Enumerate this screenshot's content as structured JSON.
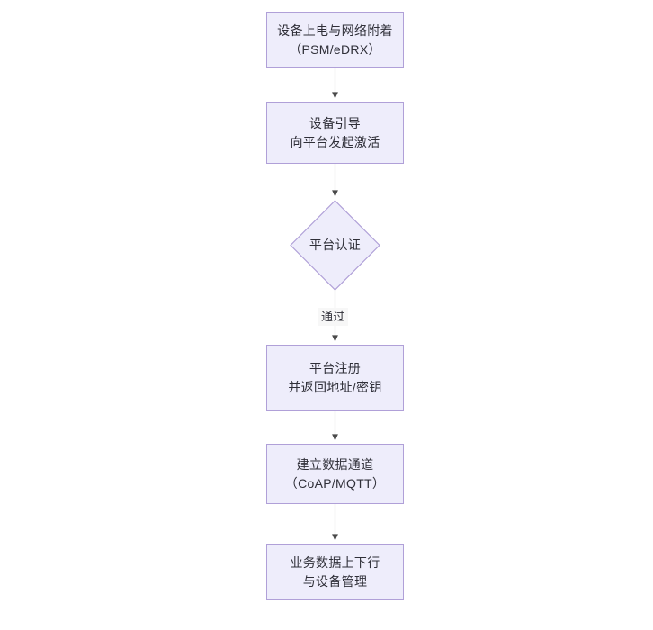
{
  "diagram": {
    "type": "flowchart",
    "orientation": "top-to-bottom",
    "background_color": "#ffffff",
    "node_fill": "#eeedfb",
    "node_border": "#b0a0d8",
    "edge_color": "#707070",
    "text_color": "#2f2f38",
    "nodes": [
      {
        "id": "n1",
        "shape": "rectangle",
        "line1": "设备上电与网络附着",
        "line2": "（PSM/eDRX）"
      },
      {
        "id": "n2",
        "shape": "rectangle",
        "line1": "设备引导",
        "line2": "向平台发起激活"
      },
      {
        "id": "n3",
        "shape": "diamond",
        "line1": "平台认证",
        "line2": ""
      },
      {
        "id": "n4",
        "shape": "rectangle",
        "line1": "平台注册",
        "line2": "并返回地址/密钥"
      },
      {
        "id": "n5",
        "shape": "rectangle",
        "line1": "建立数据通道",
        "line2": "（CoAP/MQTT）"
      },
      {
        "id": "n6",
        "shape": "rectangle",
        "line1": "业务数据上下行",
        "line2": "与设备管理"
      }
    ],
    "edges": [
      {
        "from": "n1",
        "to": "n2",
        "label": ""
      },
      {
        "from": "n2",
        "to": "n3",
        "label": ""
      },
      {
        "from": "n3",
        "to": "n4",
        "label": "通过"
      },
      {
        "from": "n4",
        "to": "n5",
        "label": ""
      },
      {
        "from": "n5",
        "to": "n6",
        "label": ""
      }
    ]
  }
}
